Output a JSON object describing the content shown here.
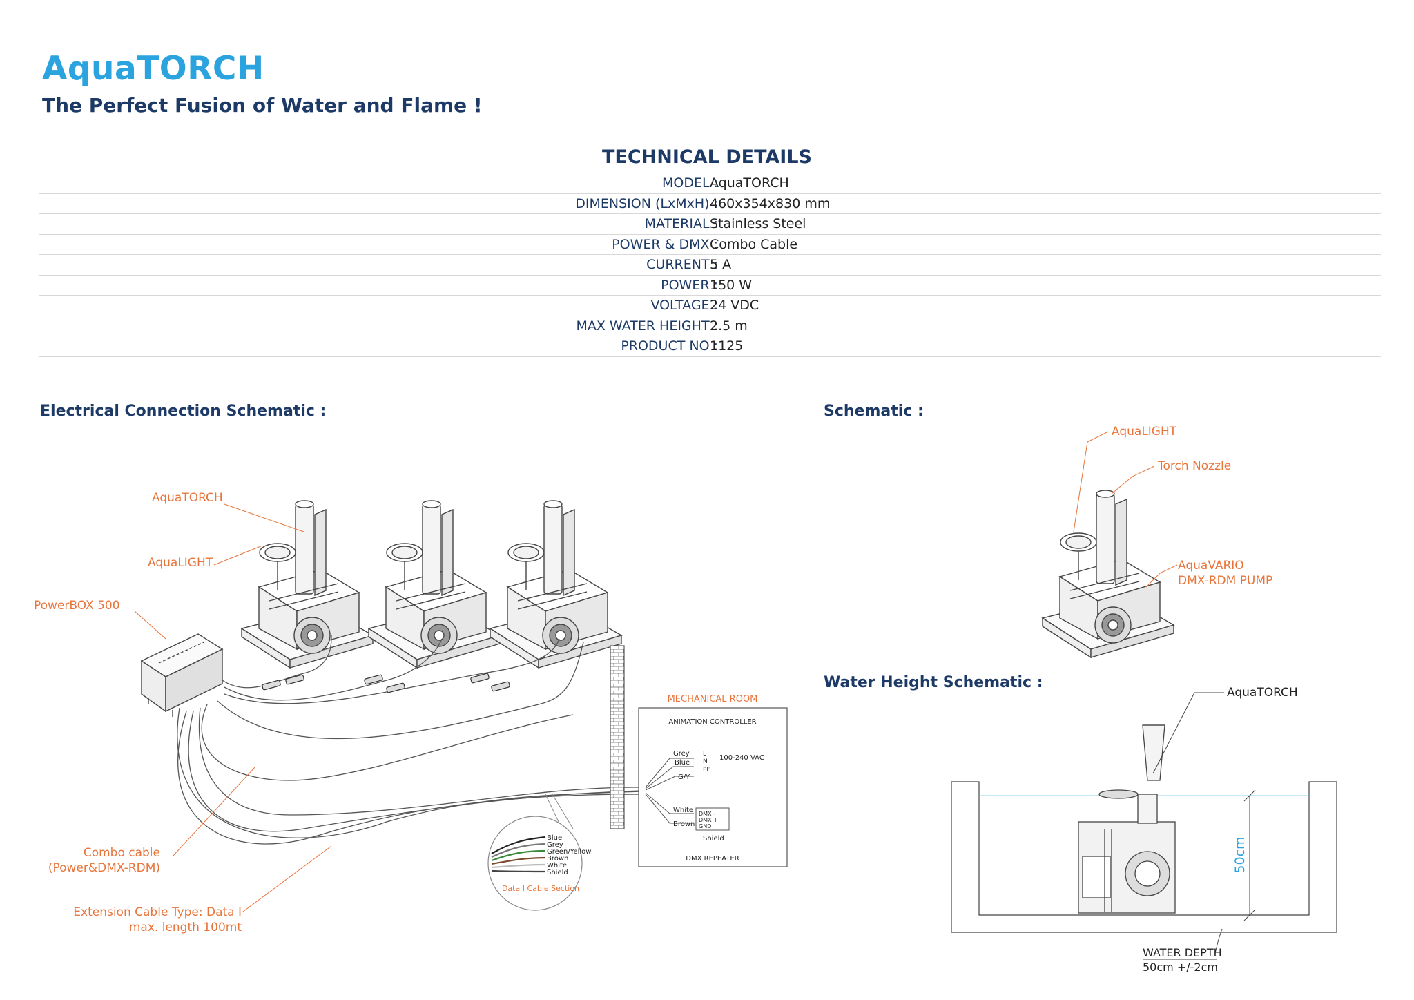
{
  "header": {
    "title": "AquaTORCH",
    "subtitle": "The Perfect Fusion of Water and Flame !"
  },
  "technical_details": {
    "heading": "TECHNICAL DETAILS",
    "rows": [
      {
        "label": "MODEL :",
        "value": "AquaTORCH"
      },
      {
        "label": "DIMENSION (LxMxH) :",
        "value": "460x354x830 mm"
      },
      {
        "label": "MATERIAL :",
        "value": "Stainless Steel"
      },
      {
        "label": "POWER & DMX :",
        "value": "Combo Cable"
      },
      {
        "label": "CURRENT :",
        "value": "5 A"
      },
      {
        "label": "POWER :",
        "value": "150 W"
      },
      {
        "label": "VOLTAGE :",
        "value": "24 VDC"
      },
      {
        "label": "MAX WATER HEIGHT :",
        "value": "2.5 m"
      },
      {
        "label": "PRODUCT NO :",
        "value": "1125"
      }
    ]
  },
  "electrical": {
    "heading": "Electrical Connection Schematic :",
    "labels": {
      "aquatorch": "AquaTORCH",
      "aqualight": "AquaLIGHT",
      "powerbox": "PowerBOX 500",
      "combo_cable_1": "Combo cable",
      "combo_cable_2": "(Power&DMX-RDM)",
      "extension_1": "Extension Cable Type: Data I",
      "extension_2": "max. length 100mt",
      "mechanical_room": "MECHANICAL ROOM",
      "animation_controller": "ANIMATION CONTROLLER",
      "grey": "Grey",
      "blue": "Blue",
      "gy": "G/Y",
      "l": "L",
      "n": "N",
      "pe": "PE",
      "vac": "100-240 VAC",
      "white": "White",
      "brown": "Brown",
      "dmx_minus": "DMX -",
      "dmx_plus": "DMX +",
      "gnd": "GND",
      "shield": "Shield",
      "dmx_repeater": "DMX REPEATER",
      "section_title": "Data I Cable Section",
      "section_wires": [
        "Blue",
        "Grey",
        "Green/Yellow",
        "Brown",
        "White",
        "Shield"
      ]
    }
  },
  "schematic": {
    "heading": "Schematic :",
    "labels": {
      "aqualight": "AquaLIGHT",
      "torch_nozzle": "Torch Nozzle",
      "aquavario_1": "AquaVARIO",
      "aquavario_2": "DMX-RDM PUMP"
    }
  },
  "water_height": {
    "heading": "Water Height Schematic :",
    "labels": {
      "aquatorch": "AquaTORCH",
      "depth_mark": "50cm",
      "water_depth_1": "WATER DEPTH",
      "water_depth_2": "50cm +/-2cm"
    }
  }
}
